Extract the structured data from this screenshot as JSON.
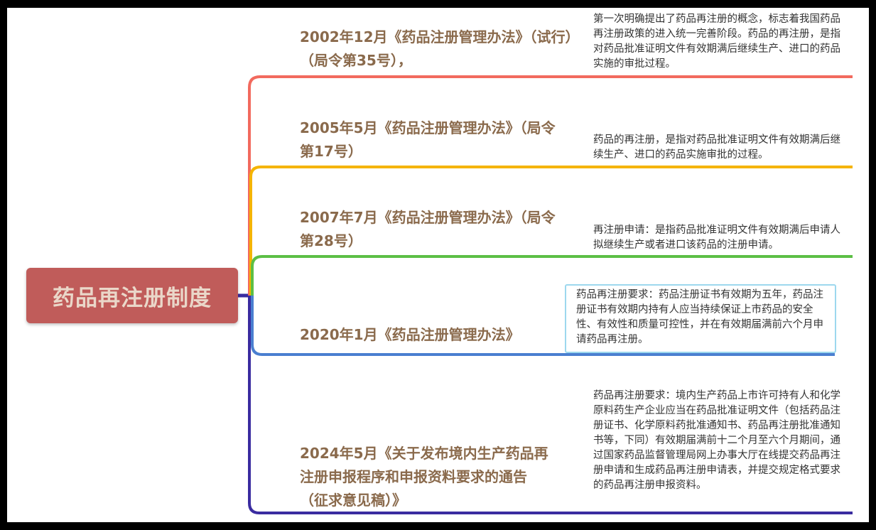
{
  "root": {
    "label": "药品再注册制度"
  },
  "colors": {
    "root_fill": "#c05c5a",
    "root_text": "#ead7c9",
    "title_text": "#8a6a4c",
    "branches": [
      "#f26a5e",
      "#f5b400",
      "#5cbf45",
      "#4a7fd0",
      "#3a2ca0"
    ]
  },
  "branches": [
    {
      "title": "2002年12月《药品注册管理办法》（试行）（局令第35号），",
      "desc": "第一次明确提出了药品再注册的概念，标志着我国药品再注册政策的进入统一完善阶段。药品的再注册，是指对药品批准证明文件有效期满后继续生产、进口的药品实施的审批过程。"
    },
    {
      "title": "2005年5月《药品注册管理办法》（局令第17号）",
      "desc": "药品的再注册，是指对药品批准证明文件有效期满后继续生产、进口的药品实施审批的过程。"
    },
    {
      "title": "2007年7月《药品注册管理办法》（局令第28号）",
      "desc": "再注册申请：是指药品批准证明文件有效期满后申请人拟继续生产或者进口该药品的注册申请。"
    },
    {
      "title": "2020年1月《药品注册管理办法》",
      "desc": "药品再注册要求：药品注册证书有效期为五年，药品注册证书有效期内持有人应当持续保证上市药品的安全性、有效性和质量可控性，并在有效期届满前六个月申请药品再注册。"
    },
    {
      "title": "2024年5月《关于发布境内生产药品再注册申报程序和申报资料要求的通告（征求意见稿）》",
      "desc": "药品再注册要求：境内生产药品上市许可持有人和化学原料药生产企业应当在药品批准证明文件（包括药品注册证书、化学原料药批准通知书、药品再注册批准通知书等，下同）有效期届满前十二个月至六个月期间，通过国家药品监督管理局网上办事大厅在线提交药品再注册申请和生成药品再注册申请表，并提交规定格式要求的药品再注册申报资料。"
    }
  ]
}
